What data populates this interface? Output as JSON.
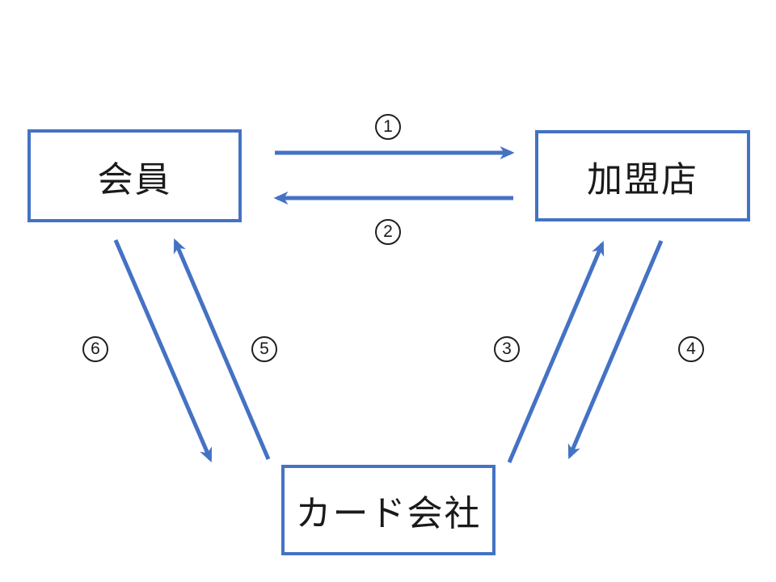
{
  "colors": {
    "accent": "#4472C4",
    "text": "#1a1a1a",
    "background": "#ffffff",
    "circle_border": "#1f1f1f"
  },
  "diagram": {
    "nodes": [
      {
        "id": "member",
        "label": "会員"
      },
      {
        "id": "merchant",
        "label": "加盟店"
      },
      {
        "id": "card-company",
        "label": "カード会社"
      }
    ],
    "arrows": [
      {
        "digit": "1",
        "glyph": "①",
        "from": "member",
        "to": "merchant",
        "direction": "right"
      },
      {
        "digit": "2",
        "glyph": "②",
        "from": "merchant",
        "to": "member",
        "direction": "left"
      },
      {
        "digit": "3",
        "glyph": "③",
        "from": "card-company",
        "to": "merchant",
        "direction": "up-right"
      },
      {
        "digit": "4",
        "glyph": "④",
        "from": "merchant",
        "to": "card-company",
        "direction": "down-left"
      },
      {
        "digit": "5",
        "glyph": "⑤",
        "from": "card-company",
        "to": "member",
        "direction": "up-left"
      },
      {
        "digit": "6",
        "glyph": "⑥",
        "from": "member",
        "to": "card-company",
        "direction": "down-right"
      }
    ]
  }
}
